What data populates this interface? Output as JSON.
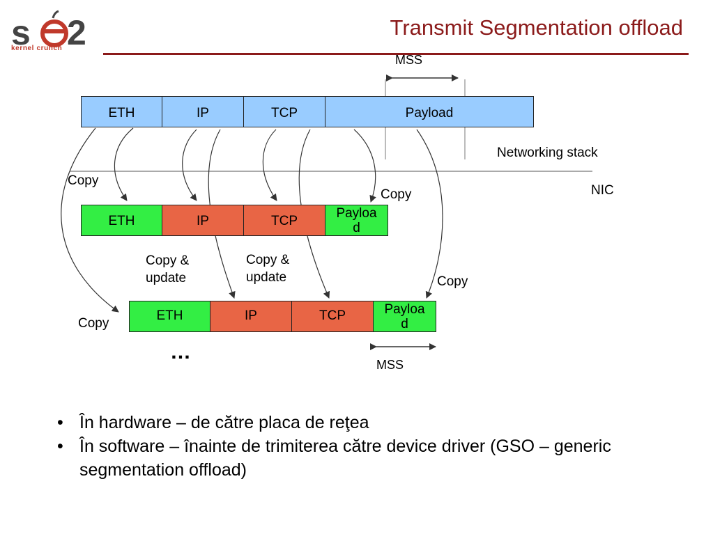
{
  "header": {
    "title": "Transmit Segmentation offload"
  },
  "logo": {
    "text": "so2",
    "subtitle": "kernel crunch"
  },
  "diagram": {
    "mss_top": "MSS",
    "mss_bottom": "MSS",
    "networking_stack": "Networking stack",
    "nic": "NIC",
    "ellipsis": "…",
    "row1": {
      "eth": "ETH",
      "ip": "IP",
      "tcp": "TCP",
      "payload": "Payload"
    },
    "row2": {
      "eth": "ETH",
      "ip": "IP",
      "tcp": "TCP",
      "payload": "Payloa d"
    },
    "row3": {
      "eth": "ETH",
      "ip": "IP",
      "tcp": "TCP",
      "payload": "Payloa d"
    },
    "copy_left_top": "Copy",
    "copy_right_top": "Copy",
    "copy_update_1": "Copy & update",
    "copy_update_2": "Copy & update",
    "copy_right_mid": "Copy",
    "copy_left_bottom": "Copy"
  },
  "bullets": [
    {
      "marker": "•",
      "text": "În hardware – de către placa de reţea"
    },
    {
      "marker": "•",
      "text": "În software – înainte de trimiterea către device driver (GSO – generic segmentation offload)"
    }
  ],
  "colors": {
    "title": "#8b1a1a",
    "blue": "#99ccff",
    "green": "#33ee44",
    "orange": "#e86545"
  }
}
